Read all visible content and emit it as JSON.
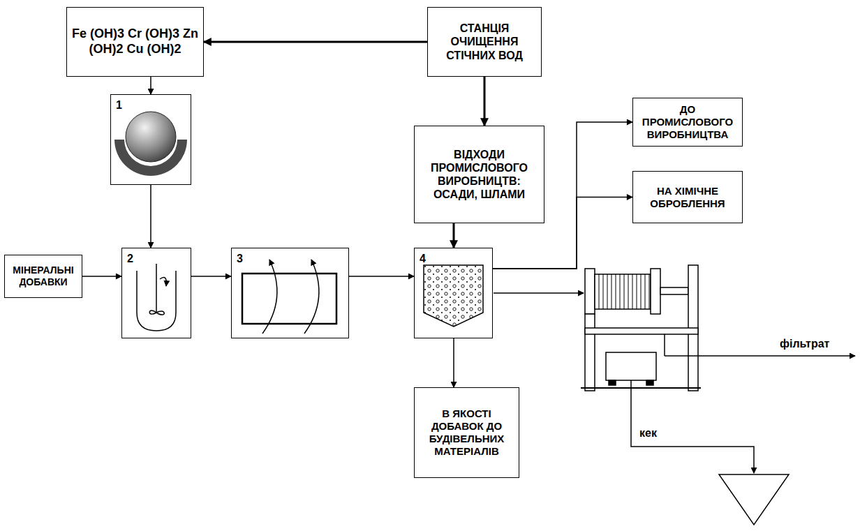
{
  "diagram": {
    "nodes": [
      {
        "text": [
          "Fe (OH)3 Cr (OH)3 Zn (OH)2 Cu (OH)2"
        ]
      },
      {
        "text": [
          "СТАНЦІЯ ОЧИЩЕННЯ СТІЧНИХ ВОД"
        ]
      },
      {
        "text": [
          "1"
        ]
      },
      {
        "text": [
          "ВІДХОДИ ПРОМИСЛОВОГО ВИРОБНИЦТВ: ОСАДИ, ШЛАМИ"
        ]
      },
      {
        "text": [
          "ДО ПРОМИСЛОВОГО ВИРОБНИЦТВА"
        ]
      },
      {
        "text": [
          "НА ХІМІЧНЕ ОБРОБЛЕННЯ"
        ]
      },
      {
        "text": [
          "МІНЕРАЛЬНІ ДОБАВКИ"
        ]
      },
      {
        "text": [
          "2"
        ]
      },
      {
        "text": [
          "3"
        ]
      },
      {
        "text": [
          "4"
        ]
      },
      {
        "text": [
          "В ЯКОСТІ ДОБАВОК ДО БУДІВЕЛЬНИХ МАТЕРІАЛІВ"
        ]
      }
    ],
    "edges": [
      {
        "from": 1,
        "to": 0,
        "arrow": "to"
      },
      {
        "from": 0,
        "to": 2,
        "arrow": "to"
      },
      {
        "from": 2,
        "to": 7,
        "arrow": "to"
      },
      {
        "from": 6,
        "to": 7,
        "arrow": "to"
      },
      {
        "from": 7,
        "to": 8,
        "arrow": "to"
      },
      {
        "from": 8,
        "to": 9,
        "arrow": "to"
      },
      {
        "from": 1,
        "to": 3,
        "arrow": "to"
      },
      {
        "from": 3,
        "to": 9,
        "arrow": "to"
      },
      {
        "from": 9,
        "to": 4,
        "arrow": "to"
      },
      {
        "from": 9,
        "to": 5,
        "arrow": "to"
      },
      {
        "from": 9,
        "to": 10,
        "arrow": "to"
      }
    ],
    "labels": [
      "фільтрат",
      "кек"
    ]
  }
}
